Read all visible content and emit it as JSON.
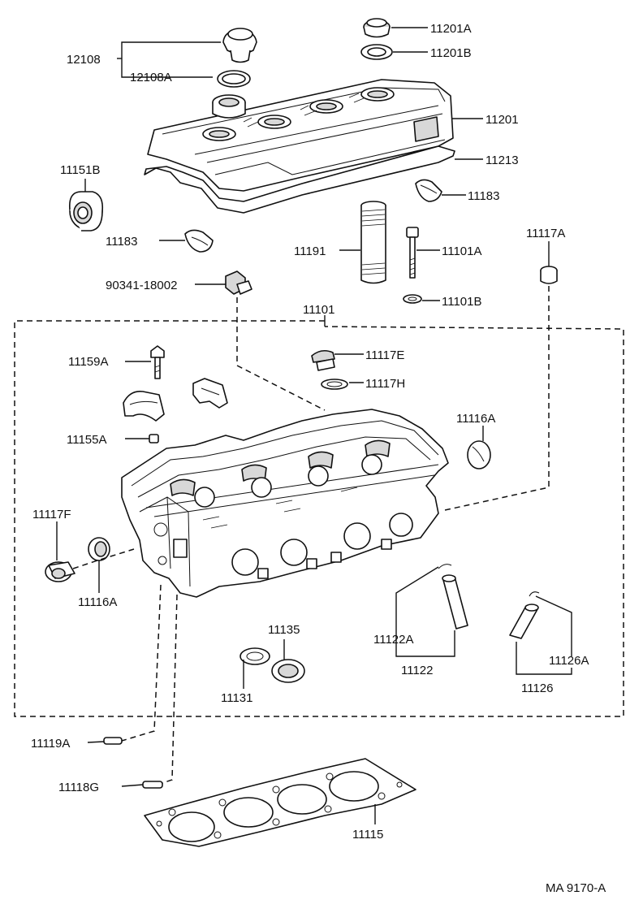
{
  "labels": {
    "p12108": "12108",
    "p12108A": "12108A",
    "p11201A": "11201A",
    "p11201B": "11201B",
    "p11201": "11201",
    "p11213": "11213",
    "p11151B": "11151B",
    "p11183a": "11183",
    "p11183b": "11183",
    "p11117A": "11117A",
    "p11191": "11191",
    "p11101A": "11101A",
    "p11101B": "11101B",
    "p90341": "90341-18002",
    "p11101": "11101",
    "p11159A": "11159A",
    "p11117E": "11117E",
    "p11117H": "11117H",
    "p11116Aa": "11116A",
    "p11155A": "11155A",
    "p11117F": "11117F",
    "p11116Ab": "11116A",
    "p11135": "11135",
    "p11131": "11131",
    "p11122A": "11122A",
    "p11122": "11122",
    "p11126A": "11126A",
    "p11126": "11126",
    "p11119A": "11119A",
    "p11118G": "11118G",
    "p11115": "11115"
  },
  "figure_code": "MA 9170-A"
}
